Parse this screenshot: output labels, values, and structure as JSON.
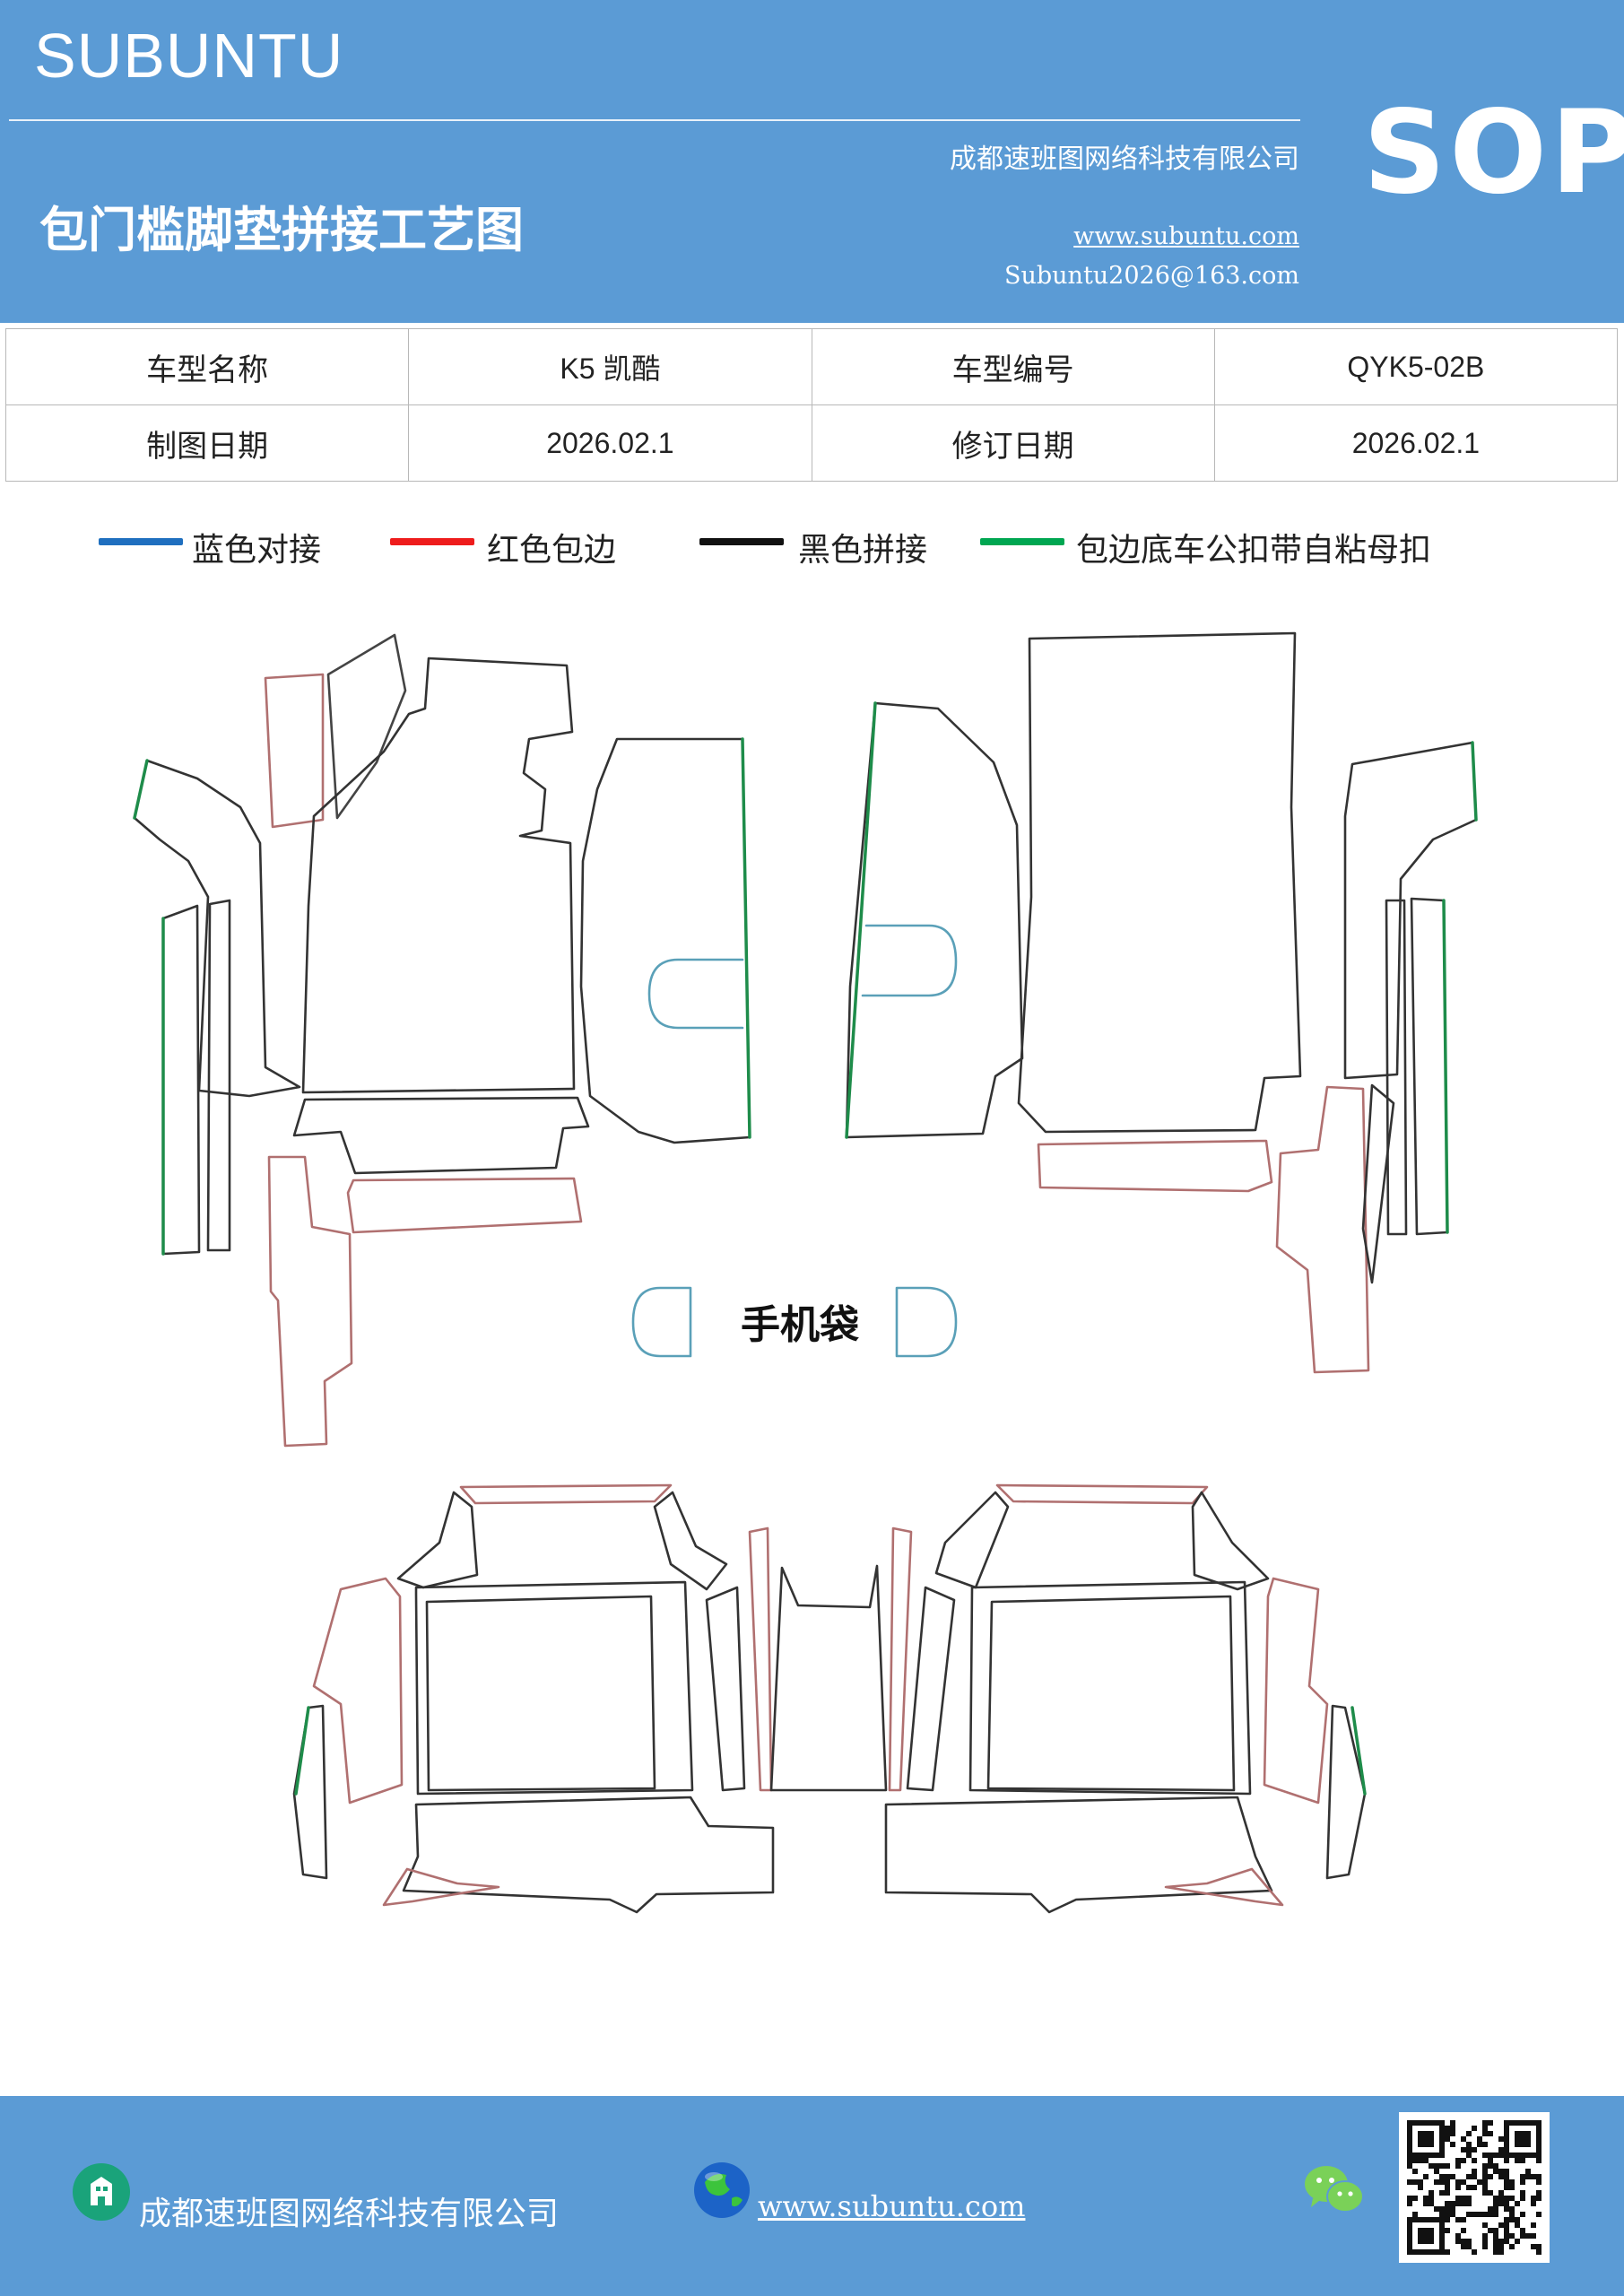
{
  "header": {
    "brand": "SUBUNTU",
    "badge": "SOP",
    "title": "包门槛脚垫拼接工艺图",
    "company": "成都速班图网络科技有限公司",
    "website": "www.subuntu.com",
    "email": "Subuntu2026@163.com"
  },
  "info_table": {
    "rows": [
      [
        "车型名称",
        "K5 凯酷",
        "车型编号",
        "QYK5-02B"
      ],
      [
        "制图日期",
        "2026.02.1",
        "修订日期",
        "2026.02.1"
      ]
    ]
  },
  "legend": [
    {
      "label": "蓝色对接",
      "color": "#1f6fbf"
    },
    {
      "label": "红色包边",
      "color": "#ee1c1c"
    },
    {
      "label": "黑色拼接",
      "color": "#111111"
    },
    {
      "label": "包边底车公扣带自粘母扣",
      "color": "#00a651"
    }
  ],
  "diagram": {
    "phone_pocket_label": "手机袋",
    "colors": {
      "edge": "#b07070",
      "seam": "#333333",
      "green": "#1e8c4a",
      "blue": "#5aa0b8"
    }
  },
  "footer": {
    "company": "成都速班图网络科技有限公司",
    "website": "www.subuntu.com",
    "building_icon": "building-icon",
    "globe_icon": "globe-icon",
    "wechat_icon": "wechat-icon",
    "qr_code": "qr-code"
  }
}
